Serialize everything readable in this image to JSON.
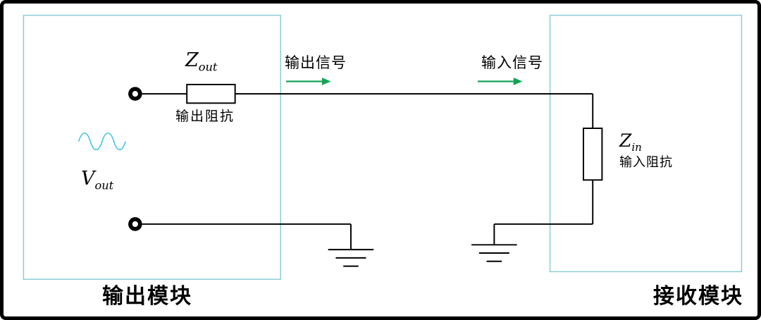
{
  "modules": {
    "output": {
      "label": "输出模块"
    },
    "receiver": {
      "label": "接收模块"
    }
  },
  "source": {
    "symbol": "V",
    "subscript": "out"
  },
  "output_impedance": {
    "symbol": "Z",
    "subscript": "out",
    "label": "输出阻抗"
  },
  "input_impedance": {
    "symbol": "Z",
    "subscript": "in",
    "label": "输入阻抗"
  },
  "signals": {
    "output": {
      "label": "输出信号"
    },
    "input": {
      "label": "输入信号"
    }
  },
  "colors": {
    "module_border": "#8accd4",
    "sine_wave": "#3fc6da",
    "arrow": "#14a356",
    "wire": "#000000"
  }
}
